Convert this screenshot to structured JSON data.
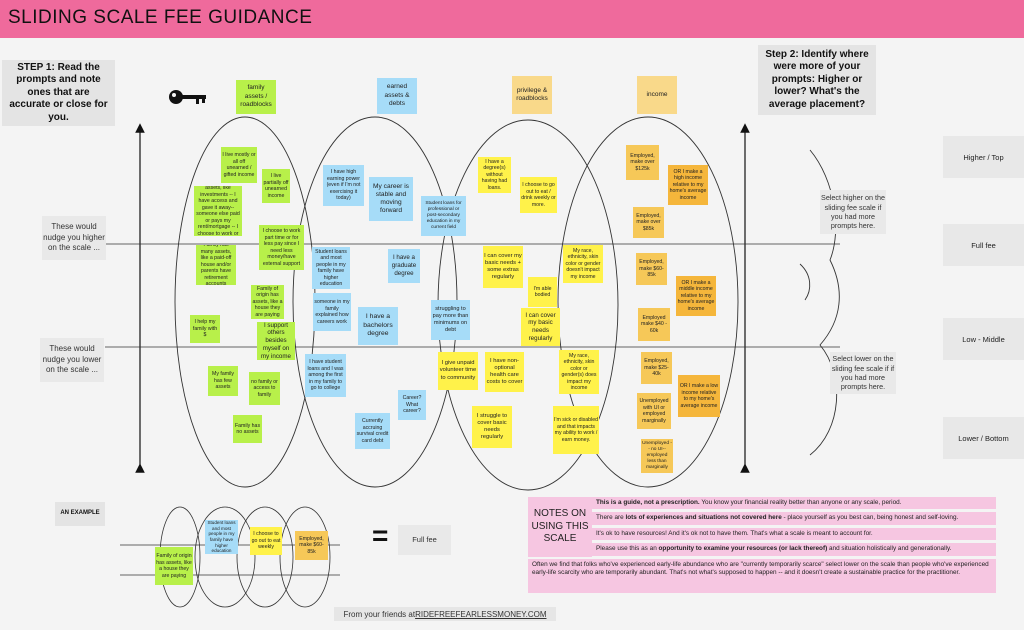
{
  "header": {
    "title": "SLIDING SCALE FEE GUIDANCE",
    "color": "#ef6a9c"
  },
  "step1": "STEP 1: Read the prompts and note ones that are accurate or close for you.",
  "step2": "Step 2: Identify where were more of your prompts: Higher or lower? What's the average placement?",
  "key_icon": "key-icon",
  "categories": {
    "family": "family assets / roadblocks",
    "earned": "earned assets & debts",
    "privilege": "privilege & roadblocks",
    "income": "income"
  },
  "left_labels": {
    "higher": "These would nudge you higher on the scale ...",
    "lower": "These would nudge you lower on the scale ..."
  },
  "right_labels": {
    "higher": "Select higher on the sliding fee scale if you had more prompts here.",
    "lower": "Select lower on the sliding fee scale if if you had more prompts here."
  },
  "levels": [
    "Higher / Top",
    "Full fee",
    "Low - Middle",
    "Lower / Bottom"
  ],
  "notes": {
    "family": [
      "I live mostly or all off unearned / gifted income",
      "Family has many assets, like investments -- I have access and gave it away-- someone else paid or pays my rent/mortgage -- I choose to work or not",
      "I live partially off unearned income",
      "I choose to work part time or for less pay since I need less money/have external support",
      "Family has many assets, like a paid-off house and/or parents have retirement accounts",
      "Family of origin has assets, like a house they are paying",
      "I help my family with $",
      "I support others besides myself on my income",
      "My family has few assets",
      "no family or access to family",
      "Family has no assets"
    ],
    "earned": [
      "I have high earning power (even if I'm not exercising it today)",
      "My career is stable and moving forward",
      "Student loans for professional or post-secondary education in my current field",
      "Student loans and most people in my family have higher education",
      "I have a graduate degree",
      "someone in my family explained how careers work",
      "I have a bachelors degree",
      "struggling to pay more than minimums on debt",
      "I have student loans and I was among the first in my family to go to college",
      "Career? What career?",
      "Currently accruing survival credit card debt"
    ],
    "privilege": [
      "I have a degree(s) without having had loans.",
      "I choose to go out to eat / drink weekly or more.",
      "I can cover my basic needs + some extras regularly",
      "My race, ethnicity, skin color or gender doesn't impact my income",
      "I'm able bodied",
      "I can cover my basic needs regularly",
      "I give unpaid volunteer time to community",
      "I have non-optional health care costs to cover",
      "My race, ethnicity, skin color or gender(s) does impact my income",
      "I struggle to cover basic needs regularly",
      "I'm sick or disabled and that impacts my ability to work / earn money."
    ],
    "income": [
      "Employed, make over $125k",
      "OR I make a high income relative to my home's average income",
      "Employed, make over $85k",
      "Employed, make $60-85k",
      "OR I make a middle income relative to my home's average income",
      "Employed make $40 - 60k",
      "Employed, make $25-40k",
      "OR I make a low income relative to my home's average income",
      "Unemployed with UI or employed marginally",
      "Unemployed -- no UI-- employed less than marginally"
    ]
  },
  "example": {
    "title": "AN EXAMPLE",
    "notes": [
      "Family of origin has assets, like a house they are paying",
      "Student loans and most people in my family have higher education",
      "I choose to go out to eat weekly",
      "Employed, make $60-85k"
    ],
    "equals": "=",
    "result": "Full fee"
  },
  "notes_title": "NOTES ON USING THIS SCALE",
  "guide_notes": [
    {
      "bold": "This is a guide, not a prescription.",
      "text": " You know your financial reality better than anyone or any scale, period."
    },
    {
      "pre": "There are ",
      "bold": "lots of experiences and situations not covered here",
      "text": " - place yourself as you best can, being honest and self-loving."
    },
    {
      "text": "It's ok to have resources! And it's ok not to have them. That's what a scale is meant to account for."
    },
    {
      "pre": "Please use this as an ",
      "bold": "opportunity to examine your resources (or lack thereof)",
      "text": " and situation holistically and generationally."
    },
    {
      "text": "Often we find that folks who've experienced early-life abundance who are \"currently temporarily scarce\" select lower on the scale than people who've experienced early-life scarcity who are temporarily abundant. That's not what's supposed to happen -- and it doesn't create a sustainable practice for the practitioner."
    }
  ],
  "footer": {
    "pre": "From your friends at ",
    "link": "RIDEFREEFEARLESSMONEY.COM"
  }
}
